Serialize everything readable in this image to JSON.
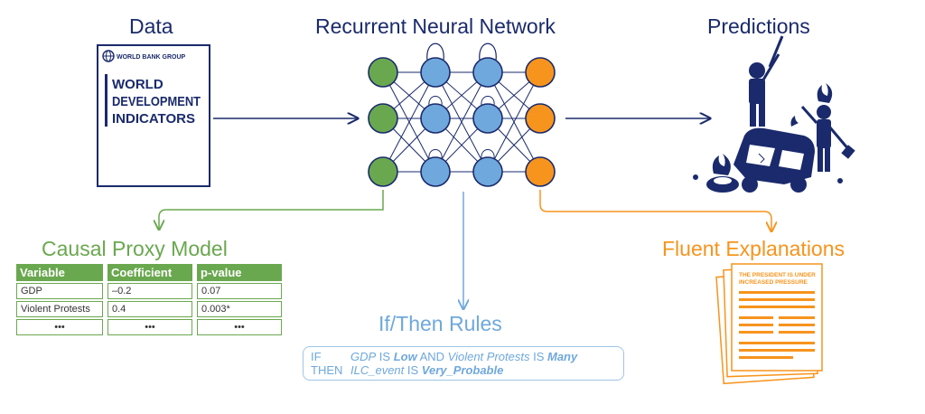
{
  "titles": {
    "data": "Data",
    "rnn": "Recurrent Neural Network",
    "predictions": "Predictions",
    "causal": "Causal Proxy Model",
    "rules": "If/Then Rules",
    "fluent": "Fluent Explanations"
  },
  "book": {
    "publisher": "WORLD BANK GROUP",
    "line1": "WORLD",
    "line2": "DEVELOPMENT",
    "line3": "INDICATORS"
  },
  "table": {
    "headers": [
      "Variable",
      "Coefficient",
      "p-value"
    ],
    "rows": [
      [
        "GDP",
        "–0.2",
        "0.07"
      ],
      [
        "Violent Protests",
        "0.4",
        "0.003*"
      ],
      [
        "•••",
        "•••",
        "•••"
      ]
    ]
  },
  "rules": {
    "if_kw": "IF",
    "gdp": "GDP",
    "is1": " IS ",
    "low": "Low",
    "and": " AND ",
    "vp": "Violent Protests",
    "is2": " IS ",
    "many": "Many",
    "then_kw": "THEN",
    "ilc": "ILC_event",
    "is3": " IS ",
    "vp_val": "Very_Probable"
  },
  "document": {
    "headline1": "THE PRESIDENT IS UNDER",
    "headline2": "INCREASED PRESSURE"
  },
  "colors": {
    "navy": "#1a2a6c",
    "green": "#6aa84f",
    "blue": "#6fa8dc",
    "orange": "#f7941d"
  },
  "icons": [
    "world-bank-globe-icon",
    "protest-crowd-icon",
    "document-stack-icon"
  ]
}
